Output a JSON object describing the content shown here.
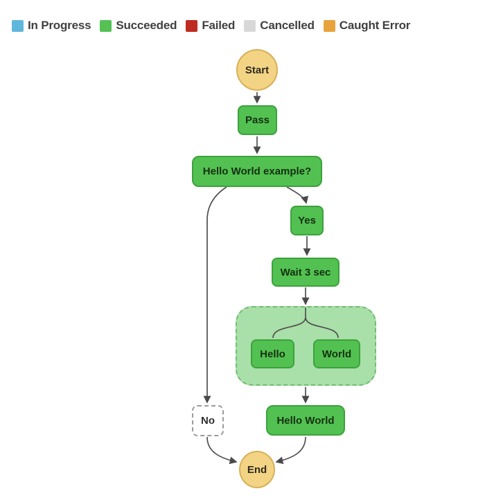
{
  "legend": {
    "items": [
      {
        "label": "In Progress",
        "color": "#5FB8DB"
      },
      {
        "label": "Succeeded",
        "color": "#55C155"
      },
      {
        "label": "Failed",
        "color": "#BE2B21"
      },
      {
        "label": "Cancelled",
        "color": "#D8D8D8"
      },
      {
        "label": "Caught Error",
        "color": "#E9A33C"
      }
    ]
  },
  "diagram": {
    "nodes": {
      "start": {
        "label": "Start",
        "status": "start-state"
      },
      "pass": {
        "label": "Pass",
        "status": "succeeded"
      },
      "choice": {
        "label": "Hello World example?",
        "status": "succeeded"
      },
      "yes": {
        "label": "Yes",
        "status": "succeeded"
      },
      "wait": {
        "label": "Wait 3 sec",
        "status": "succeeded"
      },
      "hello": {
        "label": "Hello",
        "status": "succeeded"
      },
      "world": {
        "label": "World",
        "status": "succeeded"
      },
      "hello_world": {
        "label": "Hello World",
        "status": "succeeded"
      },
      "no": {
        "label": "No",
        "status": "not-executed"
      },
      "end": {
        "label": "End",
        "status": "end-state"
      }
    },
    "colors": {
      "succeeded_fill": "#52C152",
      "succeeded_border": "#3BA23B",
      "parallel_fill": "#A9DFA9",
      "parallel_border": "#6FBE6F",
      "terminal_fill": "#F3D384",
      "terminal_border": "#D8B055",
      "not_executed_border": "#9A9A9A",
      "connector": "#4F4F4F",
      "legend_text": "#404040"
    }
  }
}
